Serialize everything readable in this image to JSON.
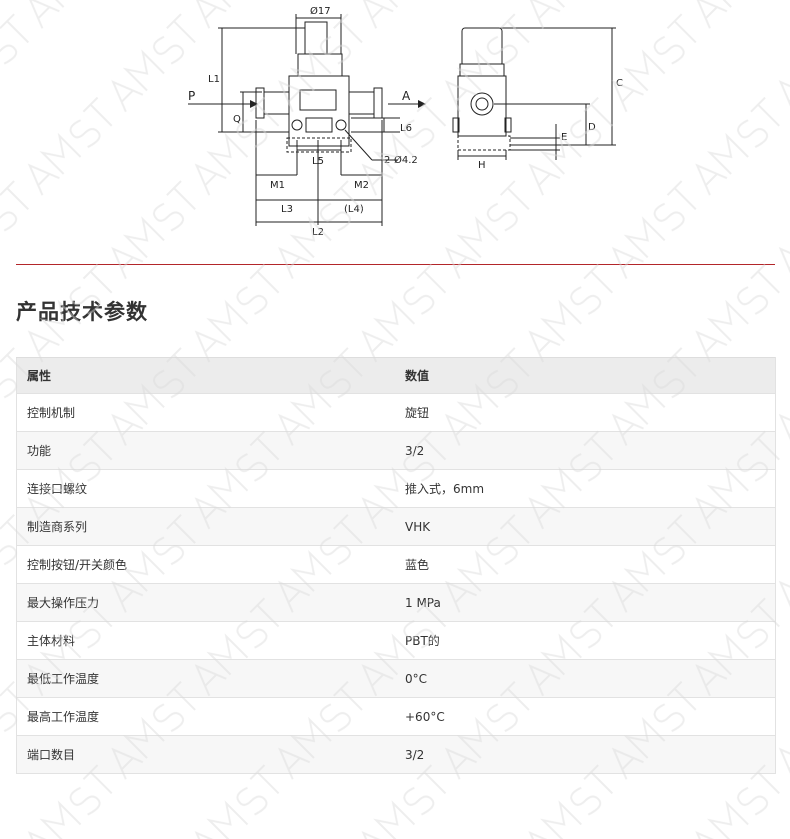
{
  "drawing": {
    "front_labels": {
      "diameter_top": "Ø17",
      "l1": "L1",
      "p": "P",
      "a": "A",
      "q": "Q",
      "l6": "L6",
      "l5": "L5",
      "holes": "2-Ø4.2",
      "m1": "M1",
      "m2": "M2",
      "l3": "L3",
      "l4": "(L4)",
      "l2": "L2"
    },
    "side_labels": {
      "c": "C",
      "d": "D",
      "e": "E",
      "h": "H"
    }
  },
  "section_title": "产品技术参数",
  "table": {
    "headers": [
      "属性",
      "数值"
    ],
    "rows": [
      {
        "attr": "控制机制",
        "value": "旋钮"
      },
      {
        "attr": "功能",
        "value": "3/2"
      },
      {
        "attr": "连接口螺纹",
        "value": "推入式，6mm"
      },
      {
        "attr": "制造商系列",
        "value": "VHK"
      },
      {
        "attr": "控制按钮/开关颜色",
        "value": "蓝色"
      },
      {
        "attr": "最大操作压力",
        "value": "1 MPa"
      },
      {
        "attr": "主体材料",
        "value": "PBT的"
      },
      {
        "attr": "最低工作温度",
        "value": "0°C"
      },
      {
        "attr": "最高工作温度",
        "value": "+60°C"
      },
      {
        "attr": "端口数目",
        "value": "3/2"
      }
    ]
  },
  "colors": {
    "divider": "#b3262a",
    "header_bg": "#ececec",
    "watermark": "#e6e6e6"
  }
}
